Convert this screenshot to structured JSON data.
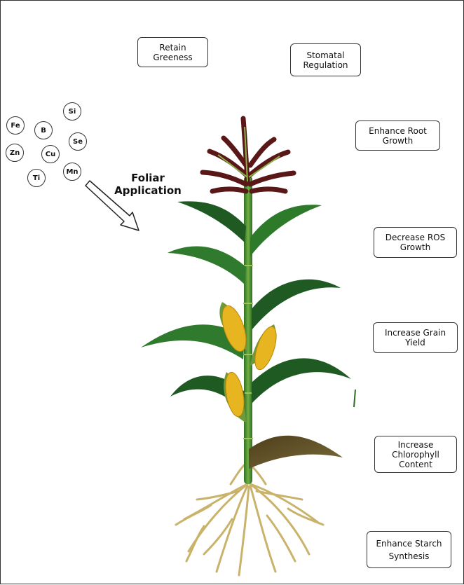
{
  "elements": [
    "Si",
    "Fe",
    "B",
    "Se",
    "Zn",
    "Cu",
    "Ti",
    "Mn"
  ],
  "method": {
    "line1": "Foliar",
    "line2": "Application"
  },
  "effects": [
    {
      "line1": "Retain",
      "line2": "Greeness",
      "line3": ""
    },
    {
      "line1": "Stomatal",
      "line2": "Regulation",
      "line3": ""
    },
    {
      "line1": "Enhance Root",
      "line2": "Growth",
      "line3": ""
    },
    {
      "line1": "Decrease ROS",
      "line2": "Growth",
      "line3": ""
    },
    {
      "line1": "Increase Grain",
      "line2": "Yield",
      "line3": ""
    },
    {
      "line1": "Increase",
      "line2": "Chlorophyll",
      "line3": "Content"
    },
    {
      "line1": "Enhance Starch",
      "line2": "Synthesis",
      "line3": ""
    }
  ],
  "colors": {
    "stalk": "#3f8a2c",
    "leaf_dark": "#1e5a22",
    "leaf_mid": "#2f7a2c",
    "tassel": "#5a1717",
    "corn": "#e7b51f",
    "husk": "#6d9a3a",
    "root": "#c9b26a",
    "brown_leaf": "#5a4a22"
  }
}
